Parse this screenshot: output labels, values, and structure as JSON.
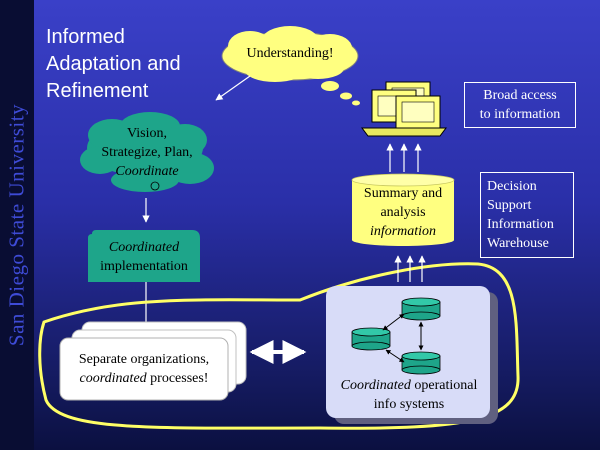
{
  "sidebar": {
    "university": "San Diego State University"
  },
  "title": {
    "line1": "Informed",
    "line2": "Adaptation and",
    "line3": "Refinement"
  },
  "thought": {
    "text": "Understanding!"
  },
  "vision_cloud": {
    "line1": "Vision,",
    "line2": "Strategize, Plan,",
    "line3": "Coordinate"
  },
  "implementation": {
    "line1": "Coordinated",
    "line2": "implementation"
  },
  "separate_orgs": {
    "line1": "Separate organizations,",
    "line2_italic": "coordinated",
    "line2_rest": " processes!"
  },
  "operational": {
    "line1_italic": "Coordinated",
    "line1_rest": " operational",
    "line2": "info systems"
  },
  "summary": {
    "line1": "Summary and",
    "line2": "analysis",
    "line3": "information"
  },
  "broad_access": {
    "line1": "Broad access",
    "line2": "to information"
  },
  "dsiw": {
    "line1": "Decision",
    "line2": "Support",
    "line3": "Information",
    "line4": "Warehouse"
  },
  "colors": {
    "teal": "#1ea58a",
    "yellow": "#ffff80",
    "outline": "#ffff66",
    "panel": "#d8dcf8"
  }
}
